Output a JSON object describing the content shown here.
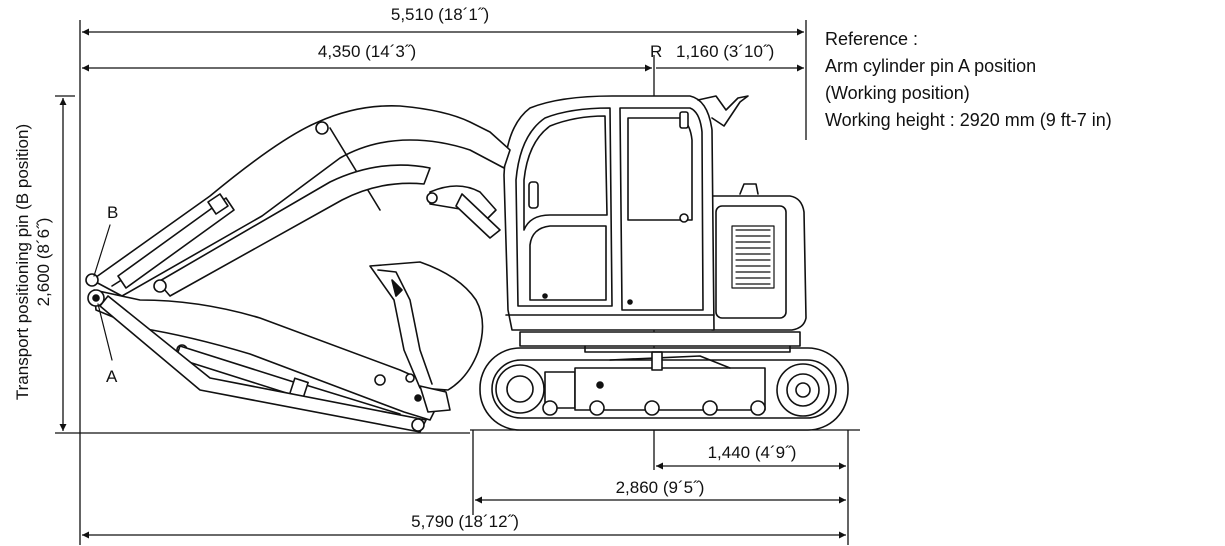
{
  "dimensions": {
    "overall_top": "5,510 (18´1˝)",
    "boom_length": "4,350 (14´3˝)",
    "tail_radius_label": "R",
    "tail_radius": "1,160 (3´10˝)",
    "height": "2,600 (8´6˝)",
    "rear_to_center": "1,440 (4´9˝)",
    "track_length": "2,860 (9´5˝)",
    "overall_bottom": "5,790 (18´12˝)"
  },
  "vertical_label": "Transport positioning pin (B position)",
  "pins": {
    "b": "B",
    "a": "A"
  },
  "reference": {
    "heading": "Reference :",
    "line1": "Arm cylinder pin A position",
    "line2": "(Working position)",
    "line3": "Working height : 2920 mm (9 ft-7 in)"
  }
}
